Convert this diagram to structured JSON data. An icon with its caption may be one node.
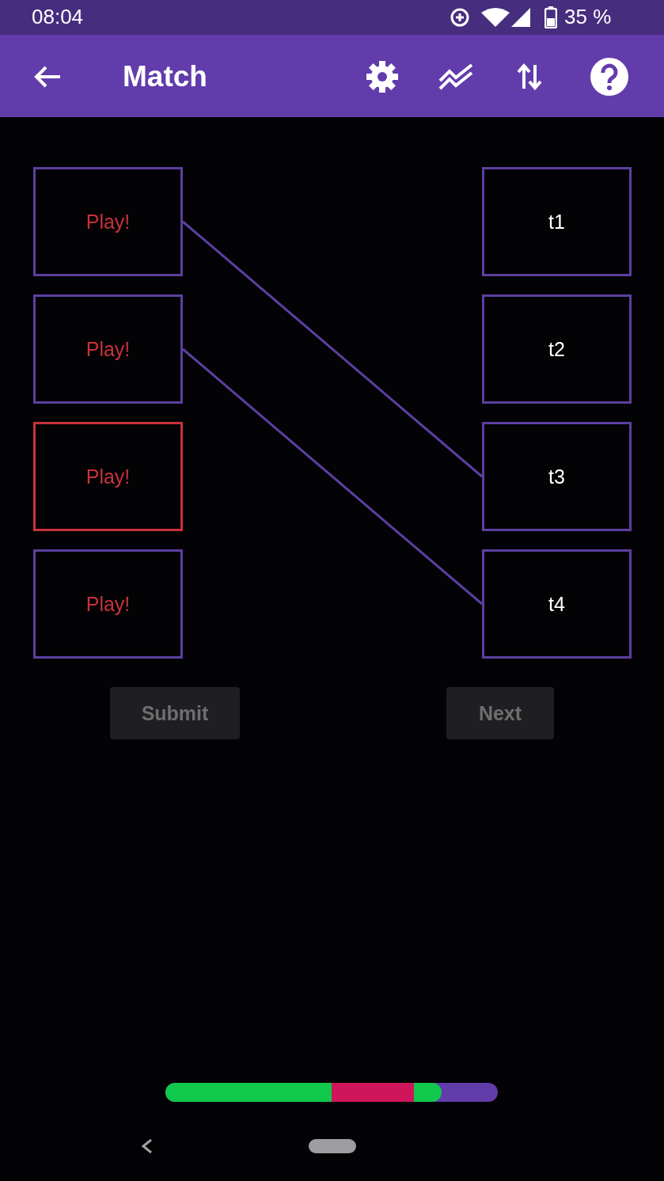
{
  "diagram": {
    "title": "Match",
    "nodes": [
      {
        "text": [
          "Play!"
        ]
      },
      {
        "text": [
          "Play!"
        ]
      },
      {
        "text": [
          "Play!"
        ]
      },
      {
        "text": [
          "Play!"
        ]
      },
      {
        "text": [
          "t1"
        ]
      },
      {
        "text": [
          "t2"
        ]
      },
      {
        "text": [
          "t3"
        ]
      },
      {
        "text": [
          "t4"
        ]
      }
    ],
    "edges": [
      {
        "from": 0,
        "to": 6,
        "arrow": "none"
      },
      {
        "from": 1,
        "to": 7,
        "arrow": "none"
      }
    ],
    "labels": [
      "08:04",
      "35 %",
      "Submit",
      "Next"
    ]
  }
}
